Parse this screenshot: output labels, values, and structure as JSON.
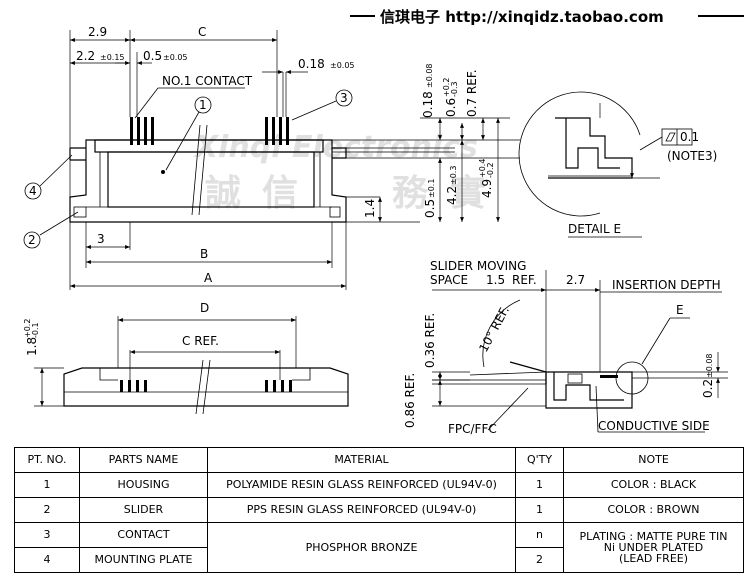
{
  "header": {
    "title": "信琪电子 http://xinqidz.taobao.com"
  },
  "watermark": {
    "latin": "Xinqi Electronics",
    "cjk_1": "誠",
    "cjk_2": "信",
    "cjk_3": "務",
    "cjk_4": "實"
  },
  "callouts": {
    "c1": "1",
    "c2": "2",
    "c3": "3",
    "c4": "4",
    "no1_contact": "NO.1 CONTACT"
  },
  "dims_top": {
    "d_2_9": "2.9",
    "d_c": "C",
    "d_2_2": "2.2",
    "d_2_2_tol": "±0.15",
    "d_0_5": "0.5",
    "d_0_5_tol": "±0.05",
    "d_0_18": "0.18",
    "d_0_18_tol": "±0.05",
    "d_3": "3",
    "d_b": "B",
    "d_a": "A"
  },
  "dims_side": {
    "v_0_18": "0.18",
    "v_0_18_tol": "±0.08",
    "v_0_6": "0.6",
    "v_0_6_tol_top": "+0.2",
    "v_0_6_tol_bot": "-0.3",
    "v_0_7": "0.7 REF.",
    "v_0_5": "0.5",
    "v_0_5_tol": "±0.1",
    "v_4_2": "4.2",
    "v_4_2_tol": "±0.3",
    "v_4_9": "4.9",
    "v_4_9_tol_top": "+0.4",
    "v_4_9_tol_bot": "-0.2",
    "v_1_4": "1.4"
  },
  "detail_e": {
    "label": "DETAIL E",
    "flatness": "0.1",
    "note": "(NOTE3)"
  },
  "front_view": {
    "d_d": "D",
    "d_cref": "C REF.",
    "h_1_8": "1.8",
    "h_1_8_tol_top": "+0.2",
    "h_1_8_tol_bot": "-0.1"
  },
  "section_view": {
    "slider_moving": "SLIDER MOVING",
    "space": "SPACE",
    "d_1_5": "1.5",
    "ref": "REF.",
    "d_2_7": "2.7",
    "insertion_depth": "INSERTION DEPTH",
    "e_label": "E",
    "d_10": "10° REF.",
    "d_0_36": "0.36 REF.",
    "d_0_86": "0.86 REF.",
    "d_0_2": "0.2",
    "d_0_2_tol": "±0.08",
    "fpc": "FPC/FFC",
    "conductive": "CONDUCTIVE SIDE"
  },
  "table": {
    "headers": [
      "PT. NO.",
      "PARTS NAME",
      "MATERIAL",
      "Q'TY",
      "NOTE"
    ],
    "rows": [
      [
        "1",
        "HOUSING",
        "POLYAMIDE RESIN GLASS REINFORCED (UL94V-0)",
        "1",
        "COLOR : BLACK"
      ],
      [
        "2",
        "SLIDER",
        "PPS RESIN GLASS REINFORCED (UL94V-0)",
        "1",
        "COLOR : BROWN"
      ],
      [
        "3",
        "CONTACT",
        "PHOSPHOR BRONZE",
        "n",
        "PLATING : MATTE PURE TIN\nNi UNDER PLATED\n(LEAD FREE)"
      ],
      [
        "4",
        "MOUNTING PLATE",
        "",
        "2",
        ""
      ]
    ]
  }
}
